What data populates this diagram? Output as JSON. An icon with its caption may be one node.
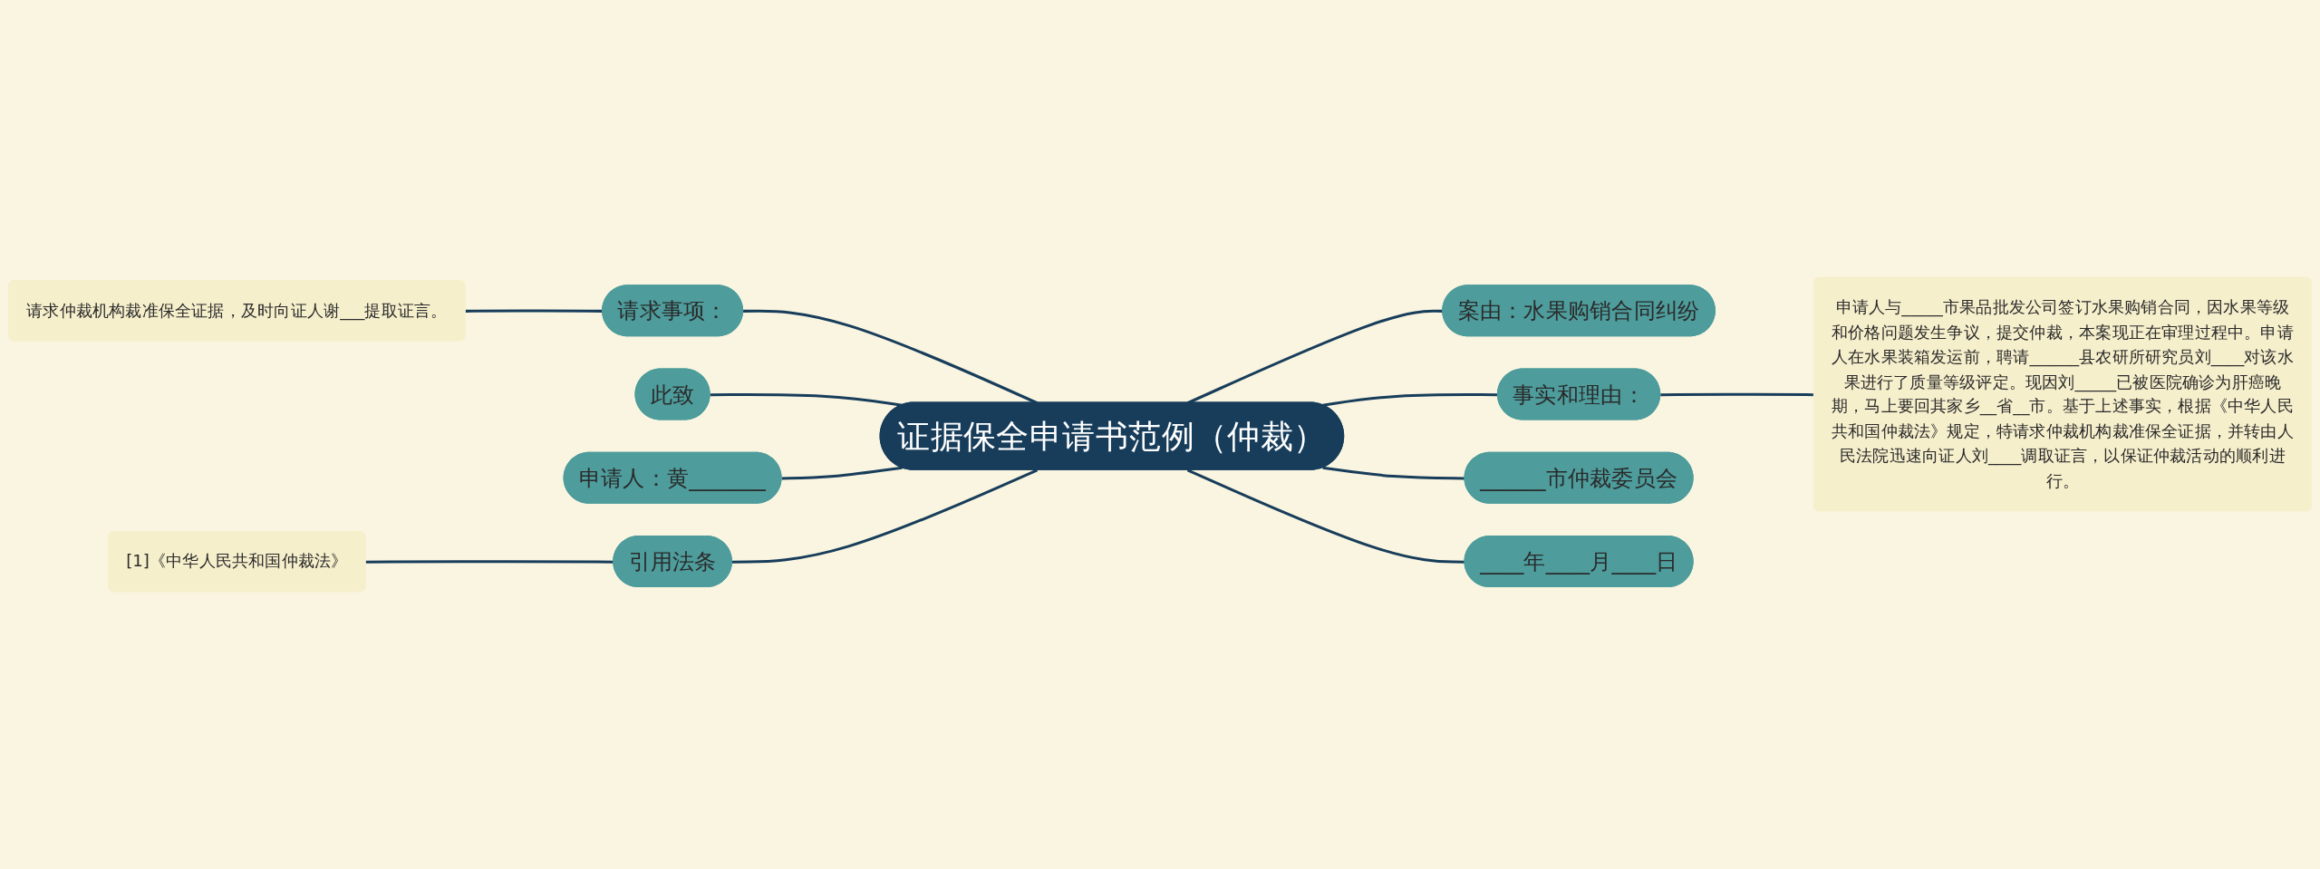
{
  "diagram": {
    "nodes": [
      {
        "text": [
          "证据保全申请书范例（仲裁）"
        ]
      },
      {
        "text": [
          "案由：水果购销合同纠纷"
        ]
      },
      {
        "text": [
          "事实和理由："
        ]
      },
      {
        "text": [
          "申请人与_____市果品批发公司签订水果购销合同，因水果等级和价格问题发生争议，提交仲裁，本案现正在审理过程中。申请人在水果装箱发运前，聘请______县农研所研究员刘____对该水果进行了质量等级评定。现因刘_____已被医院确诊为肝癌晚期，马上要回其家乡__省__市。基于上述事实，根据《中华人民共和国仲裁法》规定，特请求仲裁机构裁准保全证据，并转由人民法院迅速向证人刘____调取证言，以保证仲裁活动的顺利进行。"
        ]
      },
      {
        "text": [
          "______市仲裁委员会"
        ]
      },
      {
        "text": [
          "____年____月____日"
        ]
      },
      {
        "text": [
          "请求事项："
        ]
      },
      {
        "text": [
          "请求仲裁机构裁准保全证据，及时向证人谢___提取证言。"
        ]
      },
      {
        "text": [
          "此致"
        ]
      },
      {
        "text": [
          "申请人：黄_______"
        ]
      },
      {
        "text": [
          "引用法条"
        ]
      },
      {
        "text": [
          "[1]《中华人民共和国仲裁法》"
        ]
      }
    ],
    "edges": [
      {
        "from": 0,
        "to": 1,
        "arrow": "none"
      },
      {
        "from": 0,
        "to": 2,
        "arrow": "none"
      },
      {
        "from": 2,
        "to": 3,
        "arrow": "none"
      },
      {
        "from": 0,
        "to": 4,
        "arrow": "none"
      },
      {
        "from": 0,
        "to": 5,
        "arrow": "none"
      },
      {
        "from": 7,
        "to": 6,
        "arrow": "none"
      },
      {
        "from": 6,
        "to": 0,
        "arrow": "none"
      },
      {
        "from": 8,
        "to": 0,
        "arrow": "none"
      },
      {
        "from": 9,
        "to": 0,
        "arrow": "none"
      },
      {
        "from": 11,
        "to": 10,
        "arrow": "none"
      },
      {
        "from": 10,
        "to": 0,
        "arrow": "none"
      }
    ]
  }
}
